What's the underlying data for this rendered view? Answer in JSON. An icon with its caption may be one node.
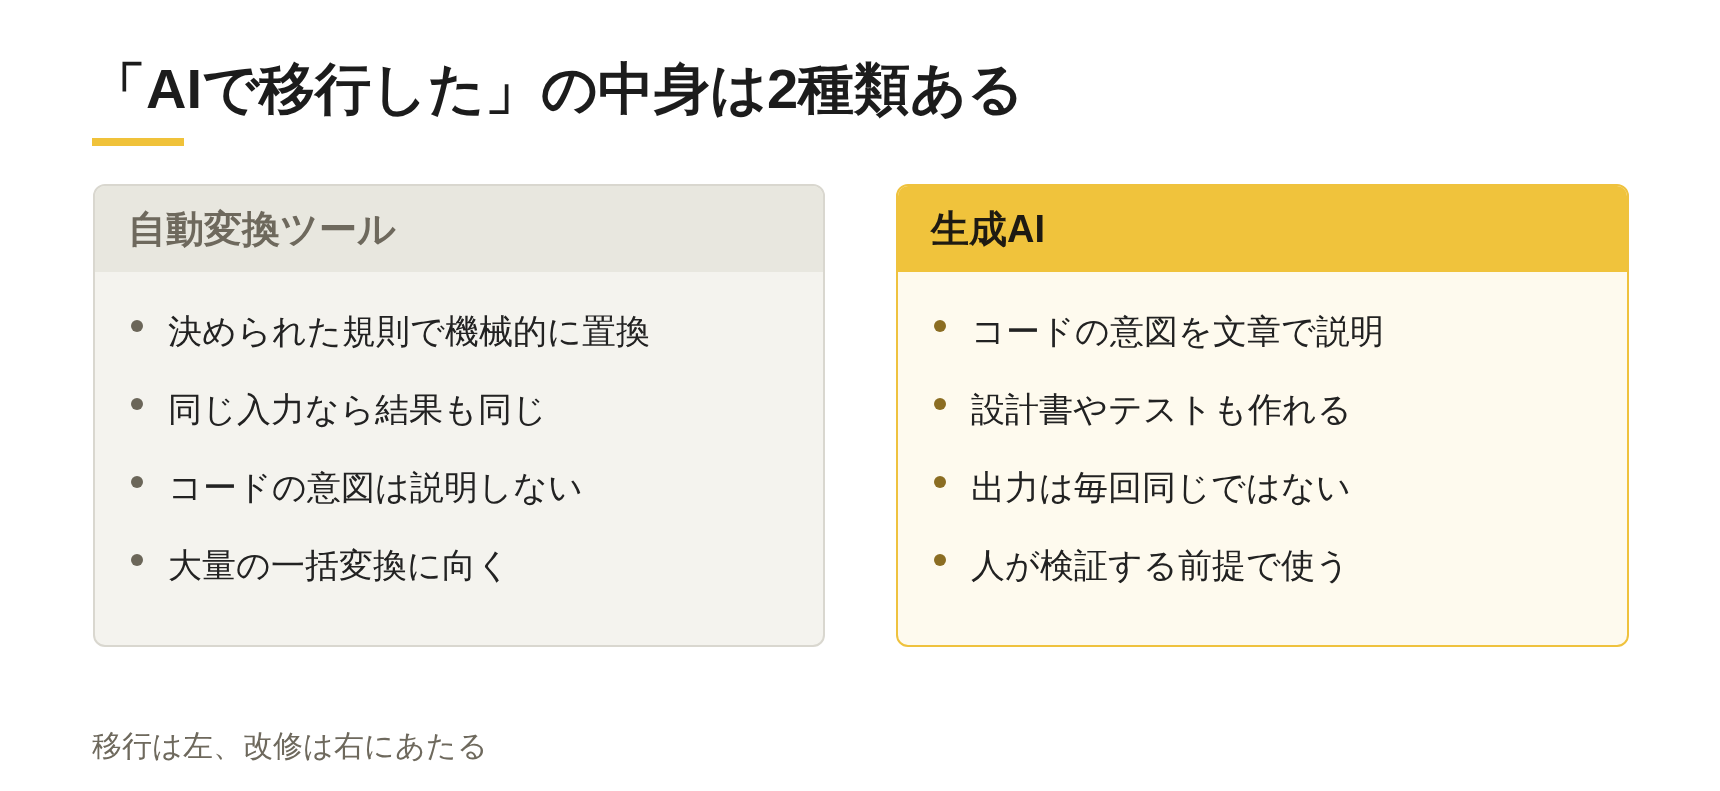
{
  "diagram": {
    "title": "「AIで移行した」の中身は2種類ある",
    "nodes": [
      {
        "text": [
          "自動変換ツール",
          "決められた規則で機械的に置換",
          "同じ入力なら結果も同じ",
          "コードの意図は説明しない",
          "大量の一括変換に向く"
        ]
      },
      {
        "text": [
          "生成AI",
          "コードの意図を文章で説明",
          "設計書やテストも作れる",
          "出力は毎回同じではない",
          "人が検証する前提で使う"
        ]
      }
    ],
    "caption": "移行は左、改修は右にあたる"
  }
}
